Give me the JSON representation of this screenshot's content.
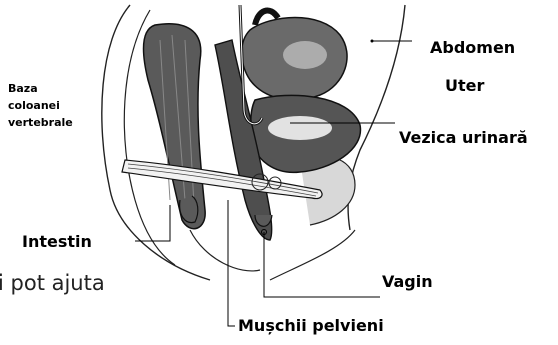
{
  "labels": {
    "abdomen": "Abdomen",
    "uter": "Uter",
    "vezica": "Vezica urinară",
    "baza": "Baza coloanei vertebrale",
    "intestin": "Intestin",
    "vagin": "Vagin",
    "muschi": "Mușchii pelvieni"
  },
  "body_fragment": "i pot ajuta"
}
